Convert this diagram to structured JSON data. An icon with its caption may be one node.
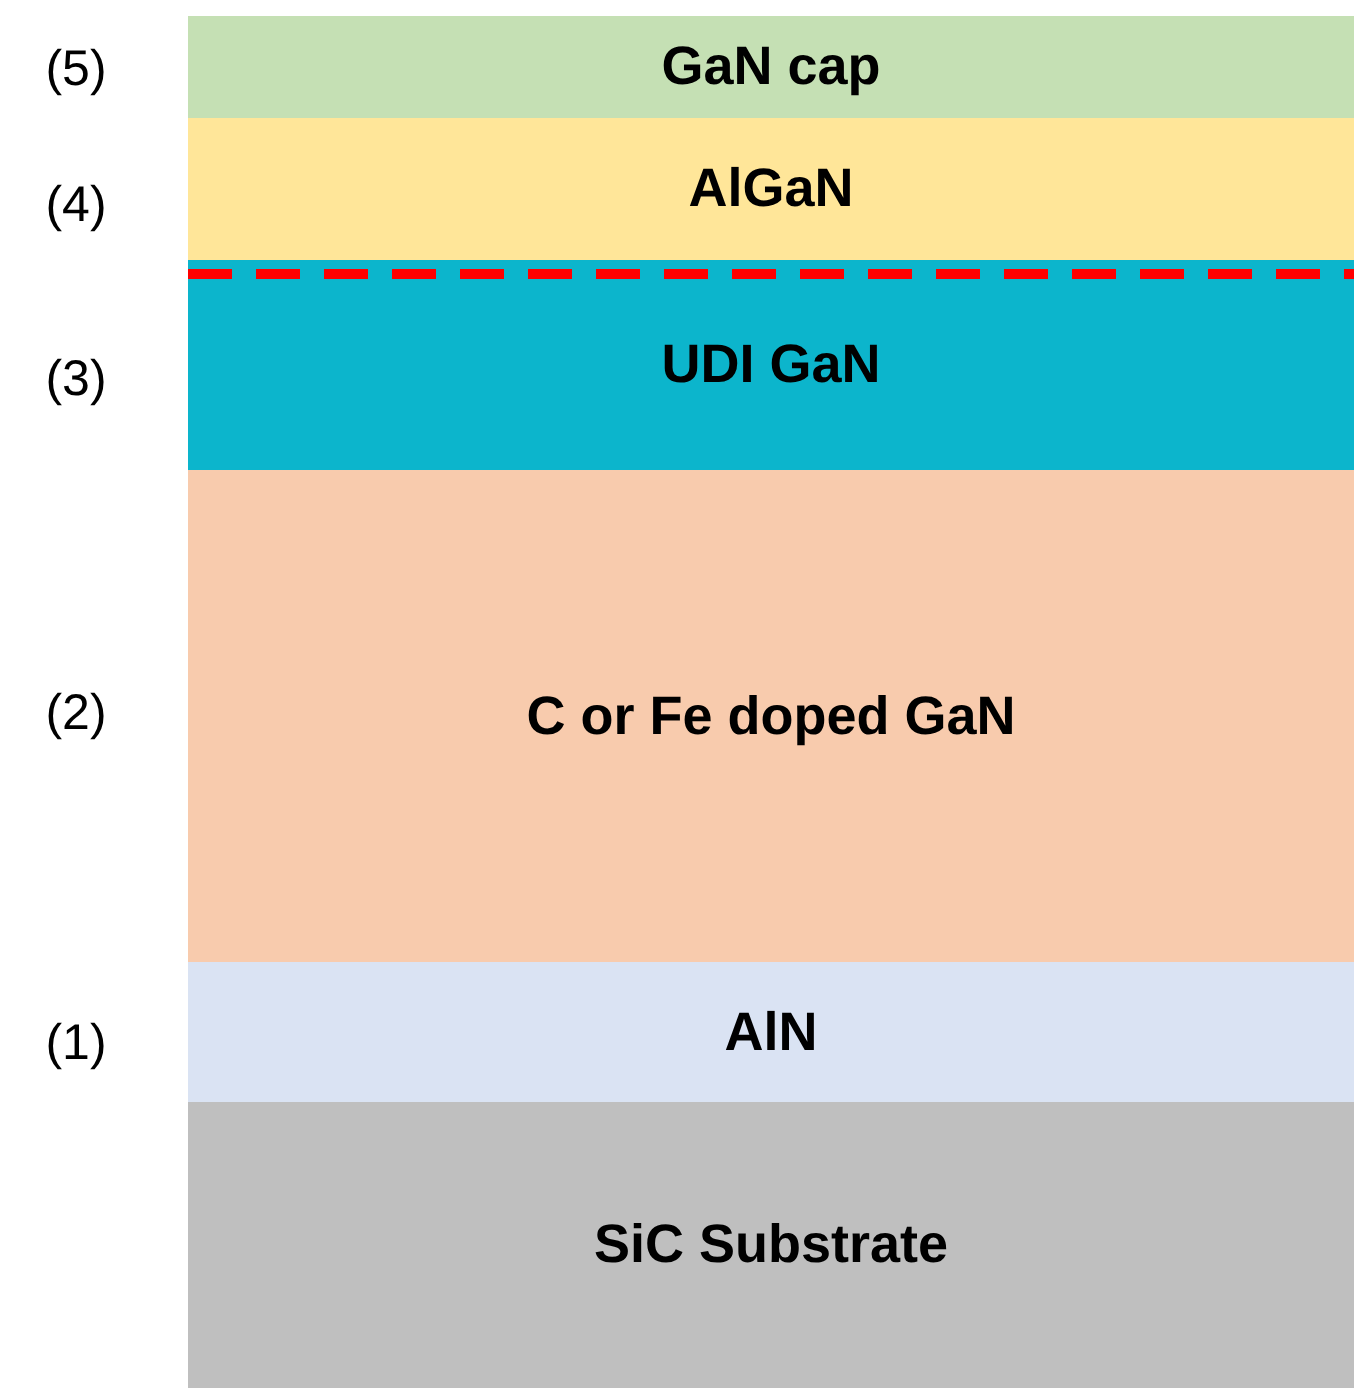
{
  "diagram": {
    "nodes": [
      {
        "text": [
          "GaN cap"
        ],
        "beside": [
          "(5)"
        ]
      },
      {
        "text": [
          "AlGaN"
        ],
        "beside": [
          "(4)"
        ]
      },
      {
        "text": [
          "UDI GaN"
        ],
        "beside": [
          "(3)"
        ]
      },
      {
        "text": [
          "C or Fe doped GaN"
        ],
        "beside": [
          "(2)"
        ]
      },
      {
        "text": [
          "AlN"
        ],
        "beside": [
          "(1)"
        ]
      },
      {
        "text": [
          "SiC Substrate"
        ]
      }
    ]
  }
}
